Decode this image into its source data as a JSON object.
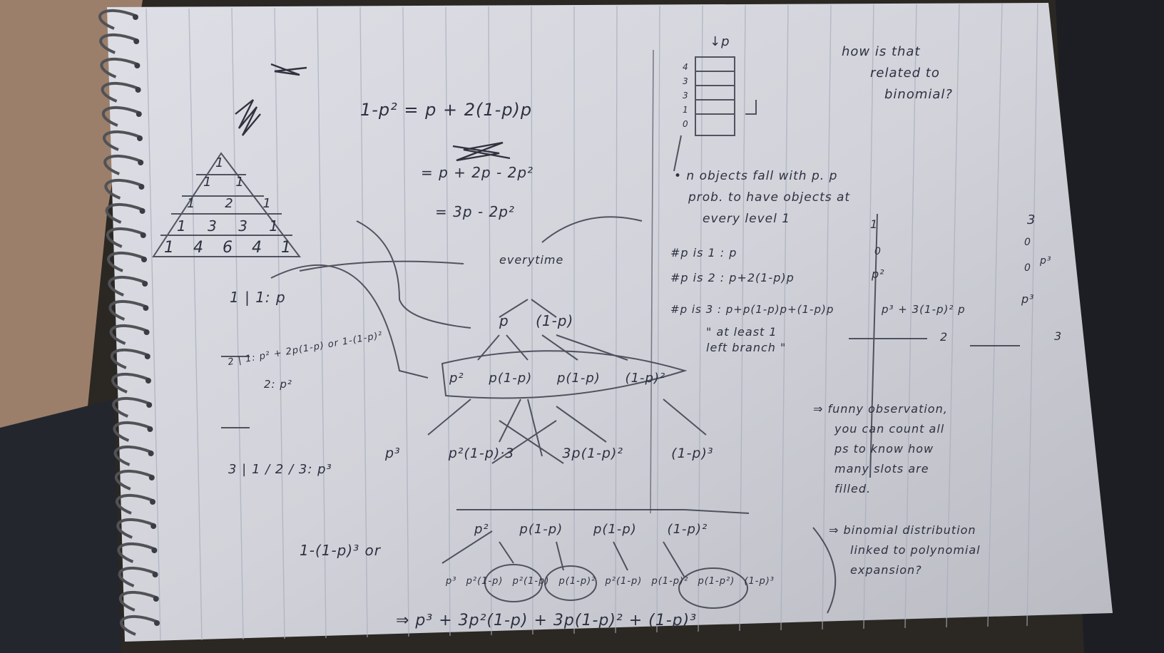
{
  "left_column": {
    "pascal_rows": [
      [
        "1"
      ],
      [
        "1",
        "1"
      ],
      [
        "1",
        "2",
        "1"
      ],
      [
        "1",
        "3",
        "3",
        "1"
      ],
      [
        "1",
        "4",
        "6",
        "4",
        "1"
      ]
    ],
    "levels": [
      {
        "n": "1",
        "content": "1: p"
      },
      {
        "n": "2",
        "content": "1: p² + 2p(1-p) or 1-(1-p)²",
        "sub": "2: p²"
      },
      {
        "n": "3",
        "content": "1 / 2 / 3: p³"
      }
    ],
    "bottom_formula": "1-(1-p)³ or"
  },
  "center": {
    "eq_line1": "1-p² = p + 2(1-p)p",
    "eq_line2": "= p + 2p - 2p²",
    "eq_line3": "= 3p - 2p²",
    "everytime": "everytime",
    "tree_row1": [
      "p",
      "(1-p)"
    ],
    "tree_row2": [
      "p²",
      "p(1-p)",
      "p(1-p)",
      "(1-p)²"
    ],
    "tree_row3": [
      "p³",
      "p²(1-p)·3",
      "3p(1-p)²",
      "(1-p)³"
    ],
    "tree_row4": [
      "p²",
      "p(1-p)",
      "p(1-p)",
      "(1-p)²"
    ],
    "tree_row5": [
      "p³",
      "p²(1-p)",
      "p²(1-p)",
      "p(1-p)²",
      "p²(1-p)",
      "p(1-p)²",
      "p(1-p²)",
      "(1-p)³"
    ],
    "final_sum": "⇒ p³ + 3p²(1-p) + 3p(1-p)² + (1-p)³"
  },
  "right": {
    "stack_label": "↓p",
    "stack_numbers": [
      "4",
      "3",
      "3",
      "1",
      "0"
    ],
    "note_top": [
      "how is that",
      "related to",
      "binomial?"
    ],
    "objects_note": [
      "• n objects fall with p. p",
      "prob. to have objects at",
      "every level 1"
    ],
    "rows": [
      {
        "label": "#p is 1 :",
        "expr": "p",
        "col2": "p²"
      },
      {
        "label": "#p is 2 :",
        "expr": "p+2(1-p)p",
        "col2": "p³"
      },
      {
        "label": "#p is 3 :",
        "expr": "p+p(1-p)p+(1-p)p",
        "col2": "p³ + 3(1-p)² p"
      }
    ],
    "at_least": [
      "\" at least 1",
      "left branch \""
    ],
    "side_values": [
      "1",
      "0",
      "2",
      "3",
      "0",
      "0",
      "p³",
      "3"
    ],
    "observation": [
      "⇒ funny observation,",
      "you can count all",
      "ps to know how",
      "many slots are",
      "filled."
    ],
    "binomial": [
      "⇒ binomial distribution",
      "linked to polynomial",
      "expansion?"
    ]
  }
}
